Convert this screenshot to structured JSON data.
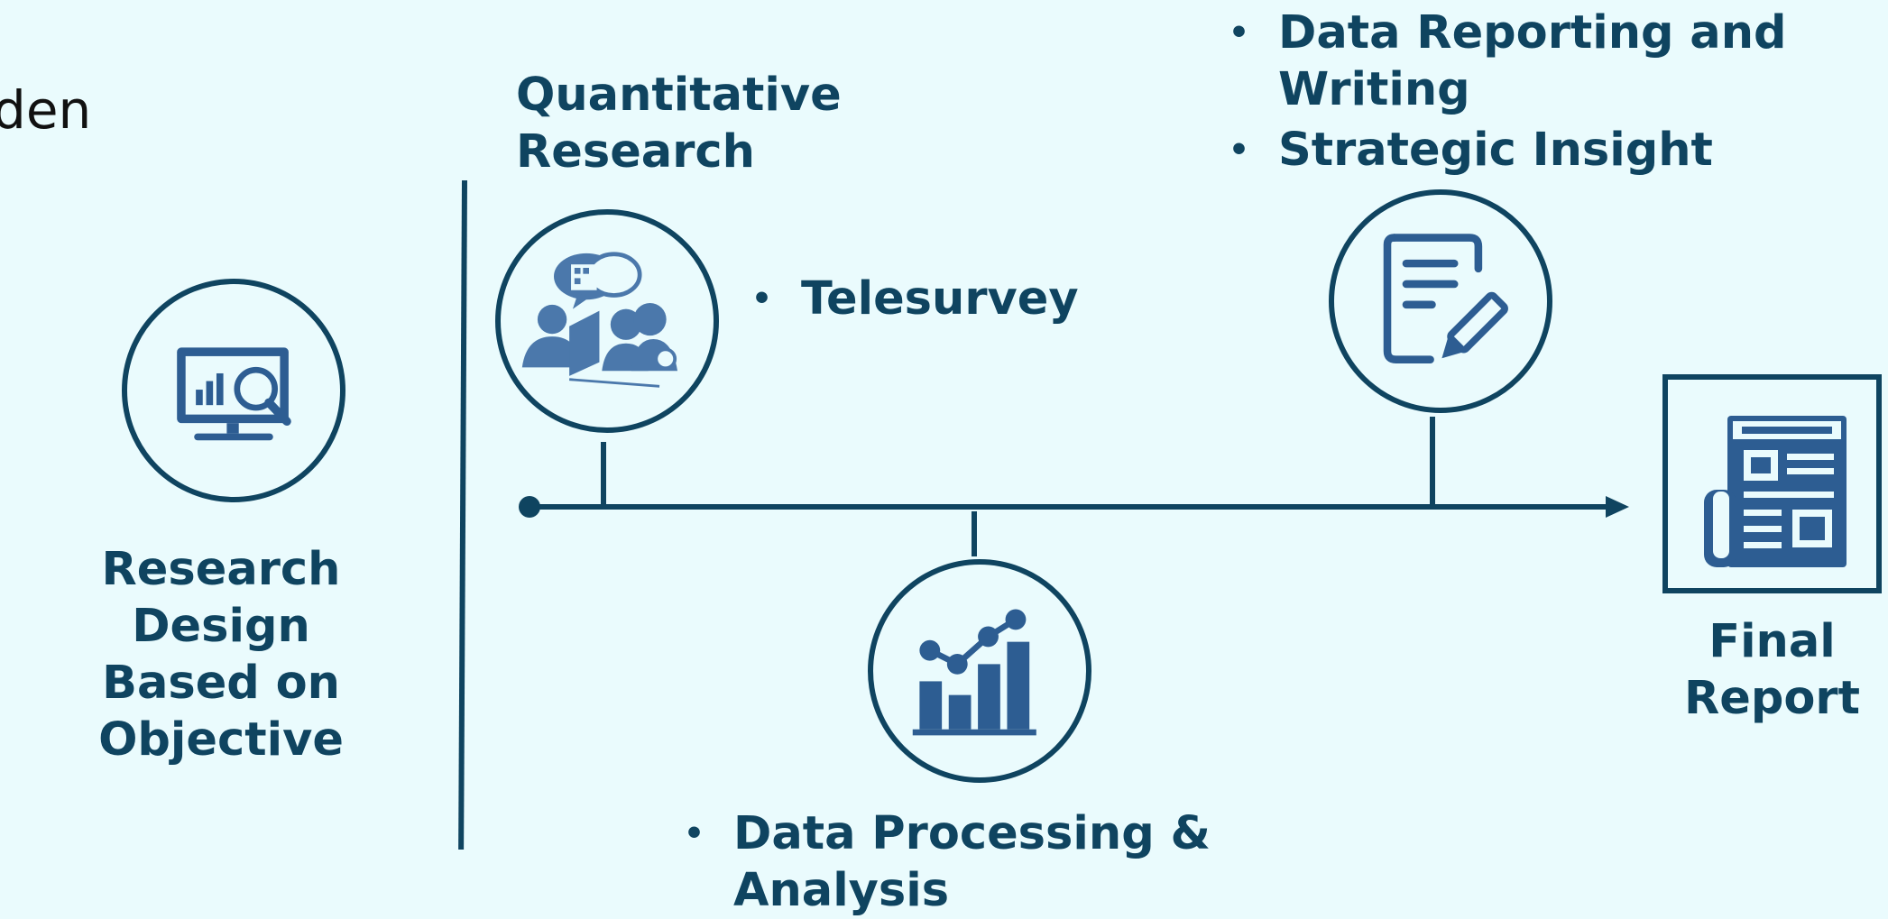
{
  "cut_text": "den",
  "steps": {
    "research_design": {
      "label": "Research Design\nBased on\nObjective",
      "icon": "monitor-analytics-icon"
    },
    "quantitative": {
      "label": "Quantitative\nResearch",
      "bullet": "Telesurvey",
      "icon": "telesurvey-people-icon"
    },
    "processing": {
      "bullet": "Data Processing &\nAnalysis",
      "icon": "bar-line-chart-icon"
    },
    "reporting": {
      "bullets": [
        "Data Reporting and\nWriting",
        "Strategic Insight"
      ],
      "icon": "document-edit-icon"
    },
    "final": {
      "label": "Final\nReport",
      "icon": "newspaper-icon"
    }
  },
  "bullet_symbol": "•",
  "colors": {
    "background": "#eafbfd",
    "primary": "#0f4460",
    "icon": "#2d5d92"
  }
}
